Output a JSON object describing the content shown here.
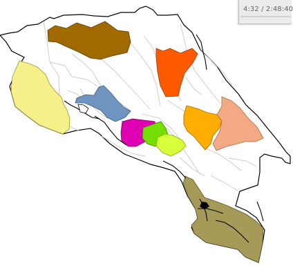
{
  "playback": {
    "time_display": "4:32 / 2:48:40"
  },
  "regions": [
    {
      "name": "northern-region",
      "color": "#a06a00"
    },
    {
      "name": "northeastern-region",
      "color": "#ff5a00"
    },
    {
      "name": "western-region",
      "color": "#f6f08a"
    },
    {
      "name": "central-west-region",
      "color": "#6f94bf"
    },
    {
      "name": "central-region",
      "color": "#e000b4"
    },
    {
      "name": "central-green-region",
      "color": "#73e000"
    },
    {
      "name": "central-lime-region",
      "color": "#d7ff3a"
    },
    {
      "name": "eastern-orange-region",
      "color": "#ffad00"
    },
    {
      "name": "eastern-peach-region",
      "color": "#f3aa84"
    },
    {
      "name": "southern-region",
      "color": "#a59a58"
    }
  ]
}
